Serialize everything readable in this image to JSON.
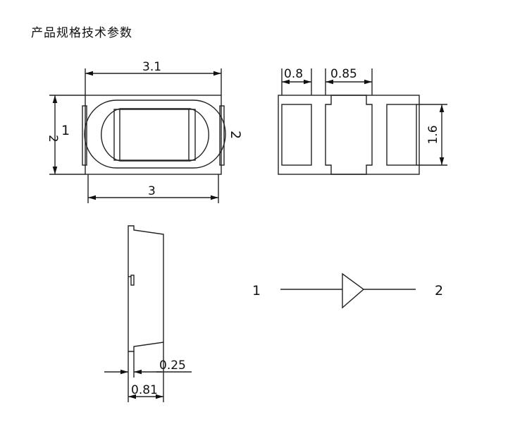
{
  "title": "产品规格技术参数",
  "top_view": {
    "width_outer": "3.1",
    "width_body": "3",
    "height": "2",
    "pin_left": "1",
    "pin_right": "2"
  },
  "end_view": {
    "pad_width": "0.8",
    "mid_width": "0.85",
    "height": "1.6"
  },
  "side_view": {
    "thickness_small": "0.25",
    "thickness_total": "0.81"
  },
  "symbol": {
    "pin_left": "1",
    "pin_right": "2"
  }
}
